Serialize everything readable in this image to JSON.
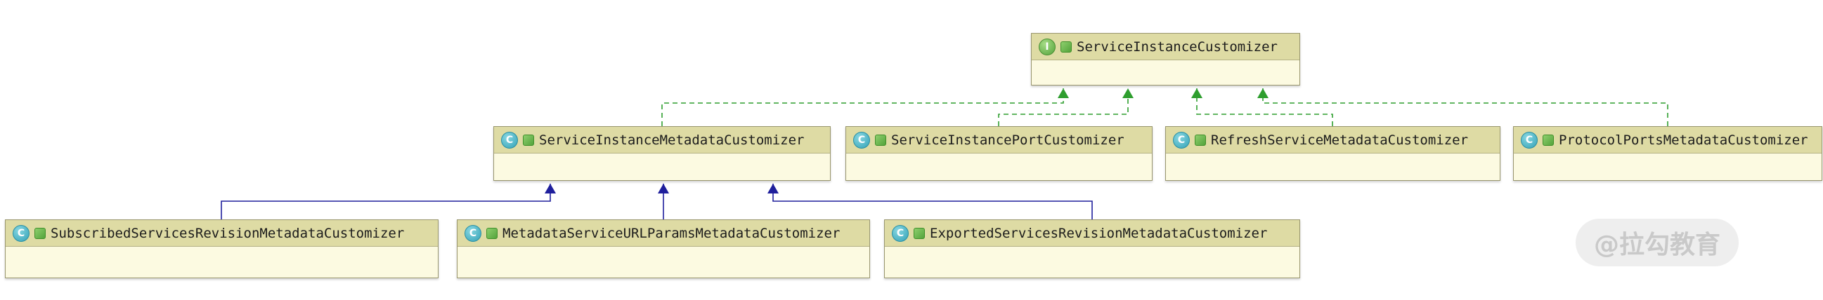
{
  "diagram": {
    "type": "uml-class-diagram",
    "watermark": "@拉勾教育",
    "nodes": [
      {
        "label": "ServiceInstanceCustomizer",
        "kind": "interface",
        "icon_letter": "I"
      },
      {
        "label": "ServiceInstanceMetadataCustomizer",
        "kind": "class",
        "icon_letter": "C"
      },
      {
        "label": "ServiceInstancePortCustomizer",
        "kind": "class",
        "icon_letter": "C"
      },
      {
        "label": "RefreshServiceMetadataCustomizer",
        "kind": "class",
        "icon_letter": "C"
      },
      {
        "label": "ProtocolPortsMetadataCustomizer",
        "kind": "class",
        "icon_letter": "C"
      },
      {
        "label": "SubscribedServicesRevisionMetadataCustomizer",
        "kind": "class",
        "icon_letter": "C"
      },
      {
        "label": "MetadataServiceURLParamsMetadataCustomizer",
        "kind": "class",
        "icon_letter": "C"
      },
      {
        "label": "ExportedServicesRevisionMetadataCustomizer",
        "kind": "class",
        "icon_letter": "C"
      }
    ],
    "edges": [
      {
        "from": "ServiceInstanceMetadataCustomizer",
        "to": "ServiceInstanceCustomizer",
        "type": "implements"
      },
      {
        "from": "ServiceInstancePortCustomizer",
        "to": "ServiceInstanceCustomizer",
        "type": "implements"
      },
      {
        "from": "RefreshServiceMetadataCustomizer",
        "to": "ServiceInstanceCustomizer",
        "type": "implements"
      },
      {
        "from": "ProtocolPortsMetadataCustomizer",
        "to": "ServiceInstanceCustomizer",
        "type": "implements"
      },
      {
        "from": "SubscribedServicesRevisionMetadataCustomizer",
        "to": "ServiceInstanceMetadataCustomizer",
        "type": "extends"
      },
      {
        "from": "MetadataServiceURLParamsMetadataCustomizer",
        "to": "ServiceInstanceMetadataCustomizer",
        "type": "extends"
      },
      {
        "from": "ExportedServicesRevisionMetadataCustomizer",
        "to": "ServiceInstanceMetadataCustomizer",
        "type": "extends"
      }
    ],
    "colors": {
      "node_header": "#dedba4",
      "node_body": "#fcfae1",
      "node_border": "#99966e",
      "implements_edge": "#2e9e2e",
      "extends_edge": "#1f1f9c",
      "class_icon": "#35a3b8",
      "interface_icon": "#55a33c",
      "watermark_text": "#c9c9c9"
    }
  }
}
